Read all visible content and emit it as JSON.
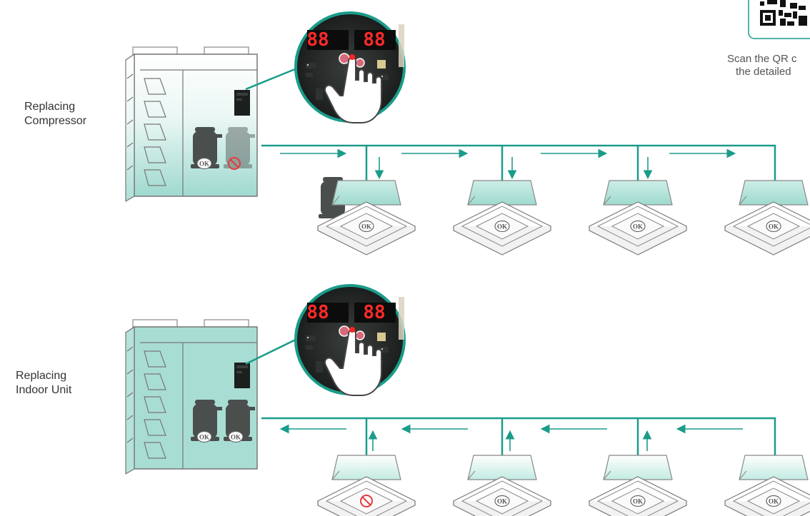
{
  "labels": {
    "compressor": [
      "Replacing",
      "Compressor"
    ],
    "indoor": [
      "Replacing",
      "Indoor Unit"
    ]
  },
  "qr_caption": [
    "Scan the QR c",
    "the detailed"
  ],
  "display_digits": [
    "88",
    "88"
  ],
  "status_marks": {
    "ok": "OK"
  },
  "colors": {
    "accent": "#1a9c8a",
    "unit_fill": "#a8ddd4",
    "unit_gradient_top": "#ffffff",
    "panel_dark": "#1b1f1e",
    "led_red": "#ff2a2a",
    "prohibit_red": "#e83a3a"
  },
  "icons": [
    "qr-code-icon",
    "hand-pointer-icon",
    "ok-badge-icon",
    "prohibited-icon",
    "flow-arrow-icon"
  ],
  "diagram": {
    "compressor_section": {
      "failed_component": "compressor-2",
      "indoor_units": [
        "OK",
        "OK",
        "OK",
        "OK"
      ],
      "flow_direction": "outdoor-to-indoor"
    },
    "indoor_section": {
      "failed_component": "indoor-unit-1",
      "compressors": [
        "OK",
        "OK"
      ],
      "indoor_units": [
        "prohibited",
        "OK",
        "OK",
        "OK"
      ],
      "flow_direction": "indoor-to-outdoor"
    }
  }
}
